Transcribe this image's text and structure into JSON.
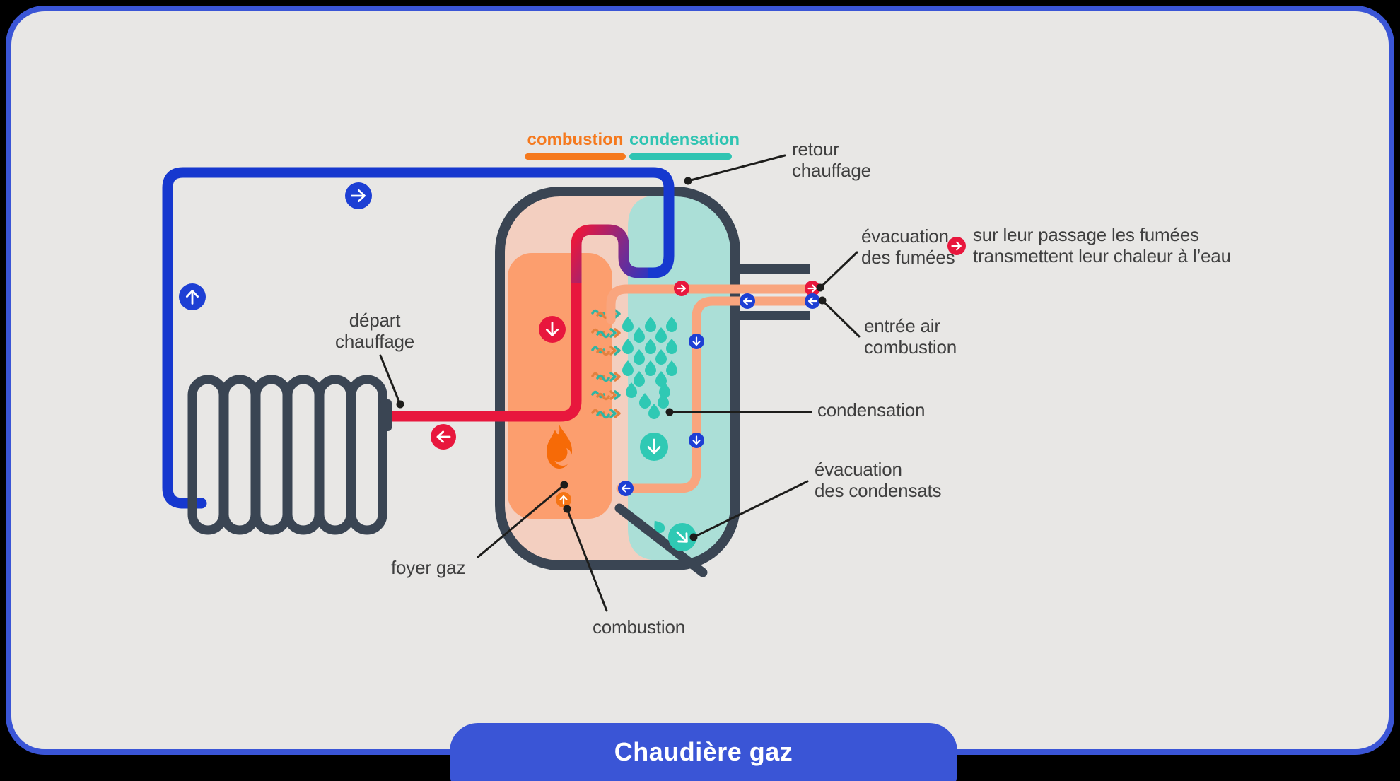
{
  "title": "Chaudière gaz",
  "legend": {
    "combustion": "combustion",
    "condensation": "condensation"
  },
  "labels": {
    "retour_line1": "retour",
    "retour_line2": "chauffage",
    "evac_fumees_line1": "évacuation",
    "evac_fumees_line2": "des fumées",
    "note_line1": "sur leur passage les fumées",
    "note_line2": "transmettent leur chaleur à l’eau",
    "entree_air_line1": "entrée air",
    "entree_air_line2": "combustion",
    "condensation": "condensation",
    "evac_condensats_line1": "évacuation",
    "evac_condensats_line2": "des condensats",
    "depart_line1": "départ",
    "depart_line2": "chauffage",
    "foyer_gaz": "foyer gaz",
    "combustion": "combustion"
  },
  "icons": {
    "flame-icon": "gas burner flame",
    "droplet-icon": "condensation water drop",
    "arrow-circle-icon": "flow direction arrow",
    "wavy-arrow-icon": "heat transfer",
    "callout-dot": "label anchor"
  },
  "colors": {
    "outside_bg": "#000000",
    "panel_bg": "#e8e7e5",
    "panel_border": "#3a55d6",
    "dark": "#3a4553",
    "salmon_light": "#f3cfc0",
    "orange_zone": "#fc9e6e",
    "teal_zone": "#abdfd7",
    "teal": "#2fc4b2",
    "teal_drop": "#2fc9b4",
    "orange": "#f5791d",
    "orange_circle": "#f57516",
    "wave_orange": "#e2813f",
    "wave_teal": "#2fb5a3",
    "flame": "#f66a07",
    "red": "#e8173d",
    "blue": "#1d3fd4",
    "pipe_blue": "#1638cf",
    "purple": "#7b2b8d",
    "flue": "#f9a57e",
    "text": "#3f3f3f",
    "callout": "#1d1d1b",
    "title_bg": "#3a55d6",
    "title_text": "#ffffff"
  }
}
